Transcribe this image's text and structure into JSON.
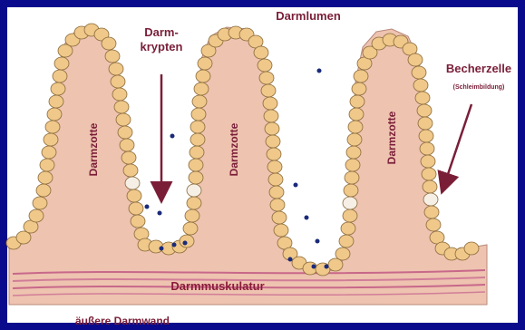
{
  "labels": {
    "lumen": "Darmlumen",
    "crypts_line1": "Darm-",
    "crypts_line2": "krypten",
    "goblet_line1": "Becherzelle",
    "goblet_line2": "(Schleimbildung)",
    "villus1": "Darmzotte",
    "villus2": "Darmzotte",
    "villus3": "Darmzotte",
    "muscle": "Darmmuskulatur",
    "outer_wall": "äußere Darmwand"
  },
  "colors": {
    "frame": "#0a0a8c",
    "background": "#ffffff",
    "tissue": "#eec3b0",
    "cell_fill": "#efc88a",
    "cell_stroke": "#8a6a3a",
    "goblet_fill": "#f6efe6",
    "label": "#7a1e38",
    "arrow": "#7a1e38",
    "dots": "#1a2a7a",
    "muscle_stripe": "#c8688a"
  }
}
